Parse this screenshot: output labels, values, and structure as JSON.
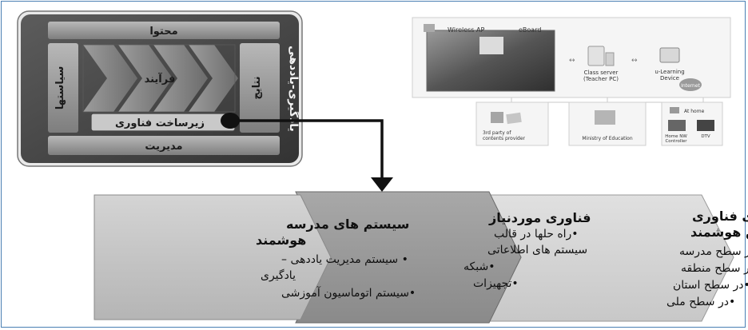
{
  "framework": {
    "outer_label": "یادگیری-یاددهی",
    "top": "محتوا",
    "left": "سیاستها",
    "process": "فرآیند",
    "right": "نتایج",
    "infra": "زیرساخت فناوری",
    "bottom": "مدیریت"
  },
  "network": {
    "wireless_ap": "Wireless AP",
    "eboard": "eBoard",
    "class_server_1": "Class server",
    "class_server_2": "(Teacher PC)",
    "ulearning_1": "u-Learning",
    "ulearning_2": "Device",
    "internet": "Internet",
    "provider_1": "3rd party of",
    "provider_2": "contents provider",
    "ministry": "Ministry of Education",
    "at_home": "At home",
    "home_nw_1": "Home NW",
    "home_nw_2": "Controller",
    "dtv": "DTV"
  },
  "arrows": [
    {
      "title_lines": [
        "سیستم های مدرسه",
        "هوشمند"
      ],
      "items": [
        "• سیستم  مدیریت یاددهی –",
        "یادگیری",
        "•سیستم اتوماسیون آموزشی"
      ]
    },
    {
      "title_lines": [
        "فناوری موردنیاز"
      ],
      "items": [
        "•راه حلها در قالب",
        "سیستم های اطلاعاتی",
        "•شبکه",
        "•تجهیزات"
      ]
    },
    {
      "title_lines": [
        "راه حلهای فناوری",
        "مدارس هوشمند"
      ],
      "items": [
        "•در سطح مدرسه",
        "•در سطح منطقه",
        "•در سطح استان",
        "•در سطح ملی"
      ]
    }
  ],
  "colors": {
    "frame_border": "#4a7fb3",
    "arrow_left": "#c9c9c9",
    "arrow_middle": "#9a9a9a",
    "arrow_right": "#d6d6d6",
    "framework_panel": "#4a4a4a"
  }
}
